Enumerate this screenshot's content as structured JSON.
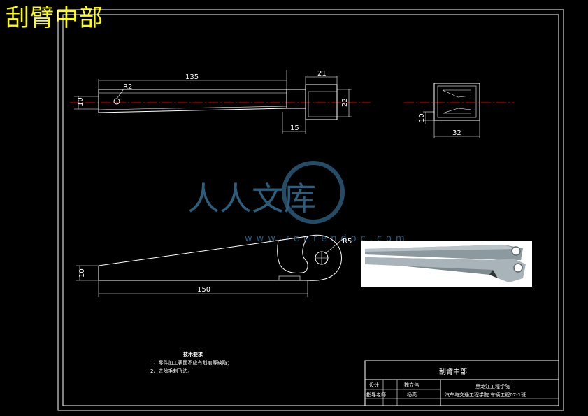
{
  "header": {
    "title": "刮臂中部"
  },
  "views": {
    "front": {
      "dims": {
        "length": "135",
        "right_len": "21",
        "left_h": "10",
        "right_h": "22",
        "bottom_len": "15"
      },
      "hole": "R2"
    },
    "side": {
      "dims": {
        "height": "10",
        "width": "32"
      }
    },
    "bottom": {
      "dims": {
        "height": "10",
        "length": "150"
      },
      "hole": "R5"
    }
  },
  "watermark": {
    "text": "人人文库",
    "url": "www.renrendoc.com"
  },
  "tech": {
    "title": "技术要求",
    "items": [
      "1、零件加工表面不应有划痕等缺陷；",
      "2、去除毛刺飞边。"
    ]
  },
  "title_block": {
    "part_name": "刮臂中部",
    "design_label": "设计",
    "designer": "魏立伟",
    "advisor_label": "指导老师",
    "advisor": "杨亮",
    "school": "黑龙江工程学院",
    "dept": "汽车与交通工程学院 车辆工程07-1班"
  },
  "colors": {
    "background": "#000000",
    "lines": "#ffffff",
    "centerline": "#dd0000",
    "header": "#ffff00"
  }
}
